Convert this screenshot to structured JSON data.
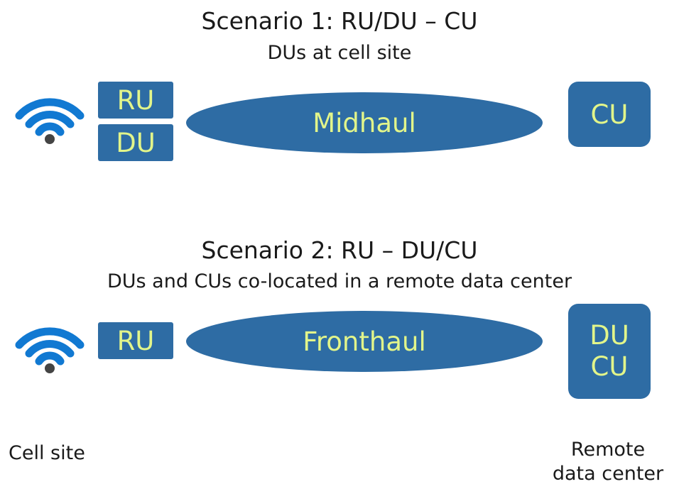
{
  "colors": {
    "box": "#2e6ca4",
    "label": "#e2f58a",
    "text": "#1a1a1a",
    "wifi_arc": "#1179d2",
    "wifi_dot": "#444444"
  },
  "scenario1": {
    "title": "Scenario 1: RU/DU – CU",
    "subtitle": "DUs at cell site",
    "wifi_icon": "wifi-icon",
    "ru_label": "RU",
    "du_label": "DU",
    "link_label": "Midhaul",
    "cu_label": "CU"
  },
  "scenario2": {
    "title": "Scenario 2: RU – DU/CU",
    "subtitle": "DUs and CUs co-located in a remote data center",
    "wifi_icon": "wifi-icon",
    "ru_label": "RU",
    "link_label": "Fronthaul",
    "du_label": "DU",
    "cu_label": "CU"
  },
  "footer": {
    "cell_site": "Cell site",
    "remote_line1": "Remote",
    "remote_line2": "data center"
  }
}
